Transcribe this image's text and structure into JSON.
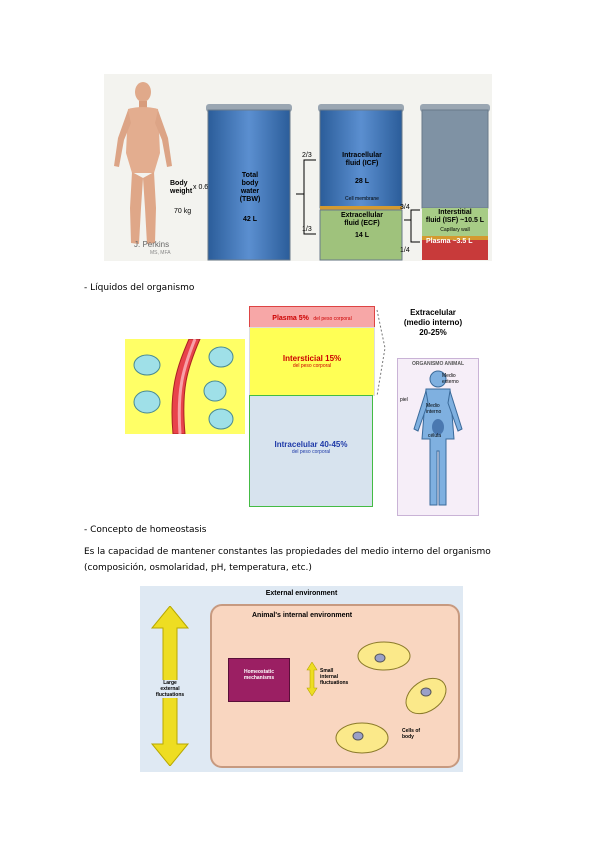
{
  "figure1": {
    "body_weight_label": "Body\nweight",
    "multiplier": "x 0.6",
    "weight": "70 kg",
    "author": "J. Perkins",
    "author_credential": "MS, MFA",
    "fraction_icf": "2/3",
    "fraction_ecf": "1/3",
    "fraction_isf": "3/4",
    "fraction_plasma": "1/4",
    "tbw_label": "Total\nbody\nwater\n(TBW)",
    "tbw_value": "42 L",
    "icf_label": "Intracellular\nfluid (ICF)",
    "icf_value": "28 L",
    "cell_membrane": "Cell membrane",
    "ecf_label": "Extracellular\nfluid (ECF)",
    "ecf_value": "14 L",
    "isf_label": "Interstitial\nfluid (ISF) ~10.5 L",
    "capillary_wall": "Capillary wall",
    "plasma_label": "Plasma ~3.5 L"
  },
  "heading1": "- Líquidos del organismo",
  "figure2": {
    "plasma_label": "Plasma 5%",
    "plasma_sub": "del peso corporal",
    "interstitial_label": "Intersticial 15%",
    "interstitial_sub": "del peso corporal",
    "intracellular_label": "Intracelular 40-45%",
    "intracellular_sub": "del peso corporal",
    "extracellular_title": "Extracelular\n(medio interno)\n20-25%",
    "organism_header": "ORGANISMO ANIMAL",
    "label_medio_externo": "Medio\nexterno",
    "label_piel": "piel",
    "label_medio_interno": "Medio\ninterno",
    "label_celula": "célula"
  },
  "heading2": "- Concepto de homeostasis",
  "paragraph_line1": "Es la capacidad de mantener constantes las propiedades del medio interno del organismo",
  "paragraph_line2": "(composición, osmolaridad, pH, temperatura, etc.)",
  "figure3": {
    "external_env": "External environment",
    "internal_env": "Animal's internal environment",
    "large_fluct": "Large\nexternal\nfluctuations",
    "homeostatic": "Homeostatic\nmechanisms",
    "small_fluct": "Small\ninternal\nfluctuations",
    "cells_of_body": "Cells of\nbody"
  }
}
